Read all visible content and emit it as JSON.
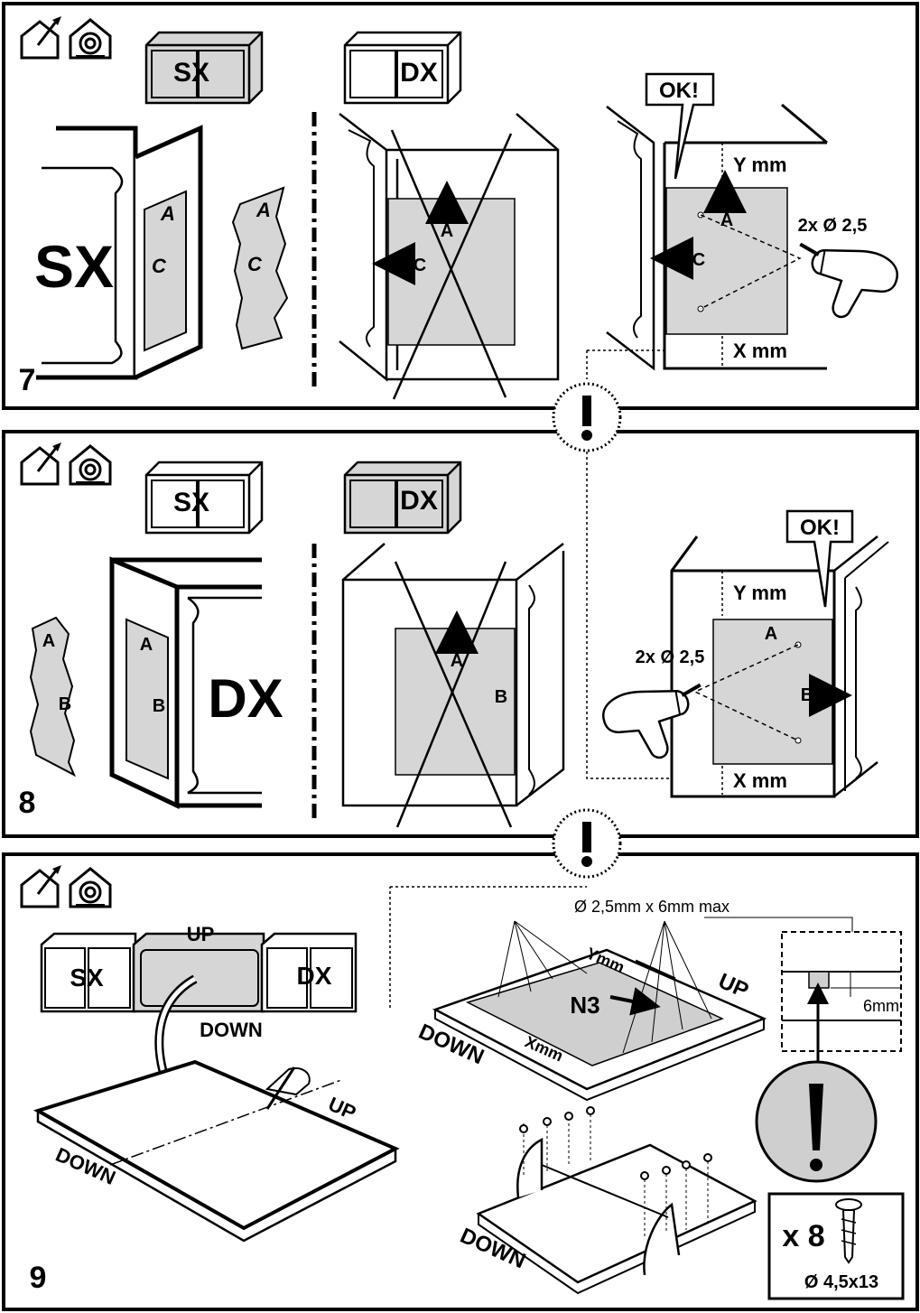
{
  "steps": [
    {
      "number": "7",
      "cabinet_labels": [
        "SX",
        "DX"
      ],
      "side_label": "SX",
      "panel_letters": [
        "A",
        "C"
      ],
      "arrow_labels": [
        "A",
        "C"
      ],
      "ok_label": "OK!",
      "dimension_top": "Y mm",
      "dimension_bottom": "X mm",
      "drill_spec": "2x Ø 2,5"
    },
    {
      "number": "8",
      "cabinet_labels": [
        "SX",
        "DX"
      ],
      "side_label": "DX",
      "panel_letters": [
        "A",
        "B"
      ],
      "arrow_labels": [
        "A",
        "B"
      ],
      "ok_label": "OK!",
      "dimension_top": "Y mm",
      "dimension_bottom": "X mm",
      "drill_spec": "2x Ø 2,5"
    },
    {
      "number": "9",
      "cabinet_labels": [
        "SX",
        "DX"
      ],
      "up_label": "UP",
      "down_label": "DOWN",
      "hole_spec": "Ø 2,5mm x 6mm max",
      "ymm_label": "Ymm",
      "xmm_label": "Xmm",
      "part_label": "N3",
      "depth_label": "6mm",
      "screw_count": "x 8",
      "screw_size": "Ø 4,5x13"
    }
  ],
  "warning_symbol": "!",
  "icons": [
    "house-pencil-icon",
    "house-spiral-icon",
    "drill-icon",
    "hand-pencil-icon",
    "screw-icon"
  ]
}
